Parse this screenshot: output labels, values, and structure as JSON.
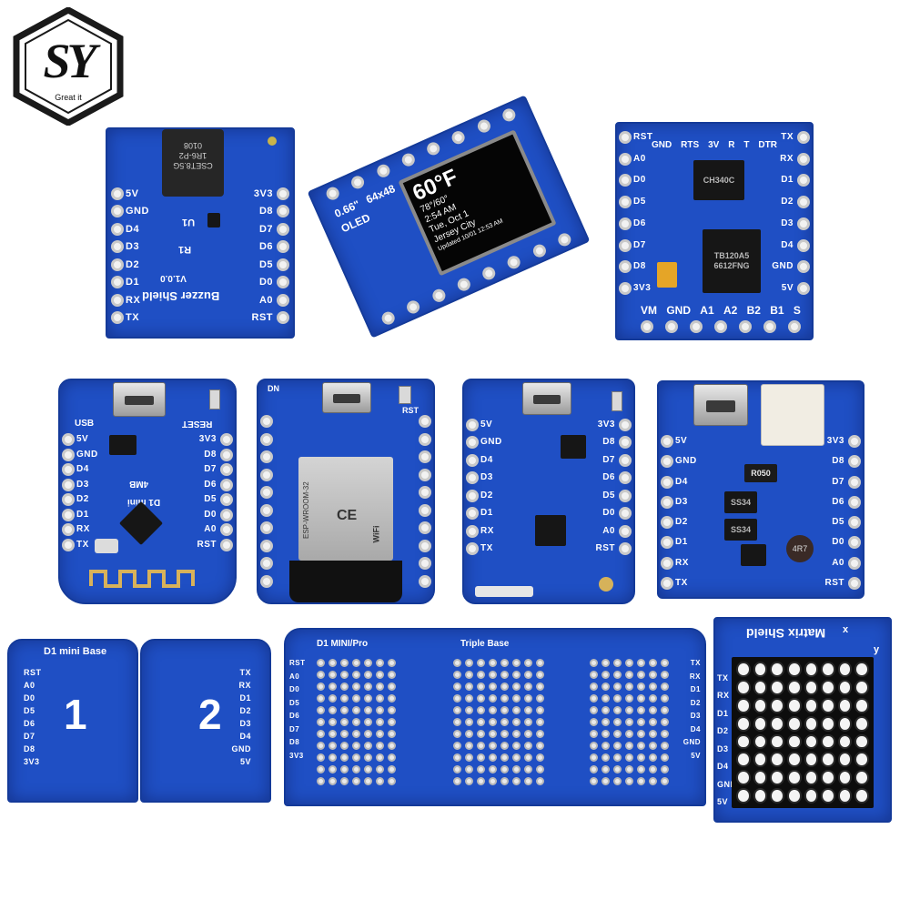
{
  "logo": {
    "letters": "SY",
    "tagline": "Great it"
  },
  "boards": {
    "buzzer": {
      "left_pins": [
        "5V",
        "GND",
        "D4",
        "D3",
        "D2",
        "D1",
        "RX",
        "TX"
      ],
      "right_pins": [
        "3V3",
        "D8",
        "D7",
        "D6",
        "D5",
        "D0",
        "A0",
        "RST"
      ],
      "title": "Buzzer Shield",
      "version": "V1.0.0",
      "inductor_text": "CSET8.5G\n1R6-P2\n0108",
      "u1": "U1",
      "r1": "R1"
    },
    "oled": {
      "size": "0.66\"",
      "resolution": "64x48",
      "brand": "OLED",
      "temp_big": "60°F",
      "temp_range": "78°/60°",
      "time": "2:54 AM",
      "date": "Tue, Oct 1",
      "city": "Jersey City",
      "updated": "Updated 10/01 12:53 AM"
    },
    "motor": {
      "top_labels": [
        "GND",
        "RTS",
        "3V",
        "R",
        "T",
        "DTR"
      ],
      "left_pins": [
        "RST",
        "A0",
        "D0",
        "D5",
        "D6",
        "D7",
        "D8",
        "3V3"
      ],
      "right_pins": [
        "TX",
        "RX",
        "D1",
        "D2",
        "D3",
        "D4",
        "GND",
        "5V"
      ],
      "bottom_labels": [
        "VM",
        "GND",
        "A1",
        "A2",
        "B2",
        "B1",
        "S"
      ],
      "chip_top": "CH340C",
      "chip_bottom": "TB120A5\n6612FNG"
    },
    "d1mini": {
      "usb_label": "USB",
      "reset_label": "RESET",
      "left_pins": [
        "5V",
        "GND",
        "D4",
        "D3",
        "D2",
        "D1",
        "RX",
        "TX"
      ],
      "right_pins": [
        "3V3",
        "D8",
        "D7",
        "D6",
        "D5",
        "D0",
        "A0",
        "RST"
      ],
      "name": "D1 mini",
      "flash": "4MB"
    },
    "esp32": {
      "module_line1": "ESP-WROOM-32",
      "module_line2": "CE",
      "wifi": "WiFi",
      "pad_top": "DN",
      "pad_rst": "RST"
    },
    "d1pro": {
      "left_pins": [
        "5V",
        "GND",
        "D4",
        "D3",
        "D2",
        "D1",
        "RX",
        "TX"
      ],
      "right_pins": [
        "3V3",
        "D8",
        "D7",
        "D6",
        "D5",
        "D0",
        "A0",
        "RST"
      ]
    },
    "battery": {
      "left_pins": [
        "5V",
        "GND",
        "D4",
        "D3",
        "D2",
        "D1",
        "RX",
        "TX"
      ],
      "right_pins": [
        "3V3",
        "D8",
        "D7",
        "D6",
        "D5",
        "D0",
        "A0",
        "RST"
      ],
      "res": "R050",
      "ic1": "SS34",
      "ic2": "SS34",
      "coil": "4R7"
    },
    "base2": {
      "title": "D1 mini  Base",
      "left_pins": [
        "RST",
        "A0",
        "D0",
        "D5",
        "D6",
        "D7",
        "D8",
        "3V3"
      ],
      "right_pins": [
        "TX",
        "RX",
        "D1",
        "D2",
        "D3",
        "D4",
        "GND",
        "5V"
      ],
      "num1": "1",
      "num2": "2"
    },
    "base3": {
      "title_left": "D1 MINI/Pro",
      "title_mid": "Triple Base",
      "left_pins": [
        "RST",
        "A0",
        "D0",
        "D5",
        "D6",
        "D7",
        "D8",
        "3V3"
      ],
      "right_pins": [
        "TX",
        "RX",
        "D1",
        "D2",
        "D3",
        "D4",
        "GND",
        "5V"
      ]
    },
    "matrix": {
      "title": "Matrix Shield",
      "axis_x": "x",
      "axis_y": "y",
      "left_pins": [
        "TX",
        "RX",
        "D1",
        "D2",
        "D3",
        "D4",
        "GND",
        "5V"
      ]
    }
  },
  "colors": {
    "pcb": "#1f4fc4",
    "pad": "#f2f2f2",
    "silk": "#ffffff",
    "chip": "#161616"
  }
}
